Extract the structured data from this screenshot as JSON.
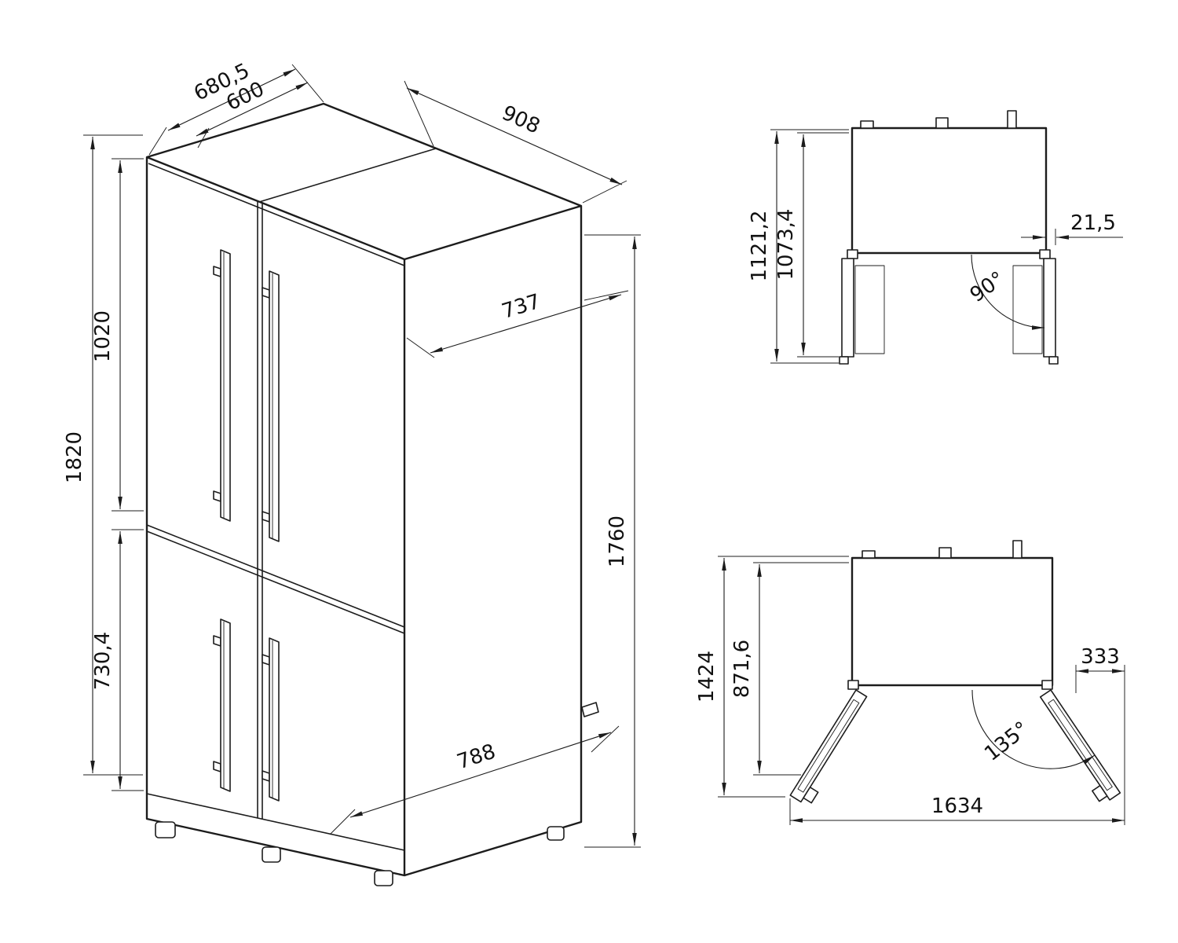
{
  "colors": {
    "line": "#1c1c1c",
    "background": "#ffffff"
  },
  "drawing": {
    "views": {
      "isometric": {
        "depth_with_door": "680,5",
        "depth_cabinet": "600",
        "width_total": "908",
        "depth_side": "737",
        "height_upper_door": "1020",
        "height_total": "1820",
        "height_lower_door": "730,4",
        "height_cabinet": "1760",
        "width_lower": "788"
      },
      "plan_90": {
        "depth_doors_open_max": "1121,2",
        "depth_doors_open": "1073,4",
        "door_protrusion": "21,5",
        "door_angle": "90°"
      },
      "plan_135": {
        "depth_doors_open_max": "1424",
        "depth_door_open": "871,6",
        "door_side_offset": "333",
        "door_angle": "135°",
        "width_doors_open": "1634"
      }
    }
  }
}
